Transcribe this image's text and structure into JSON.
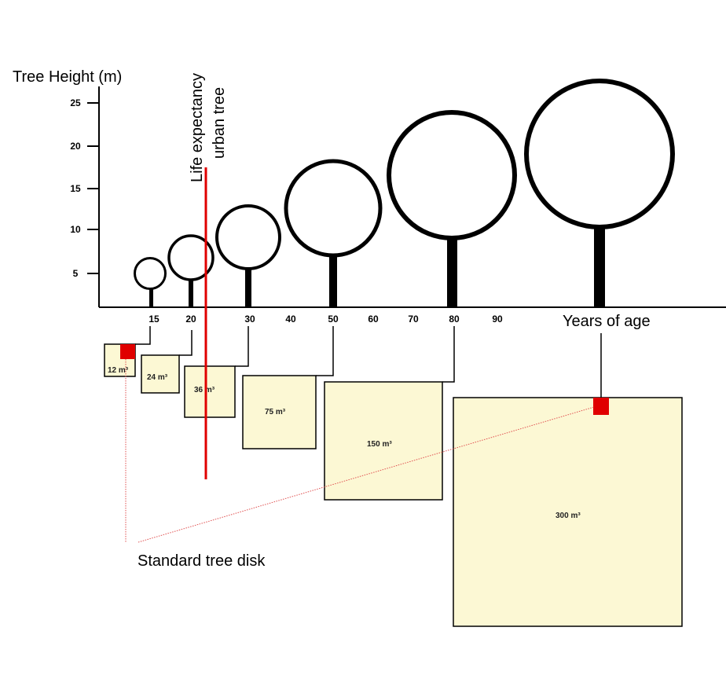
{
  "y_axis_title": "Tree Height (m)",
  "x_axis_title": "Years of age",
  "life_expectancy_line1": "Life expectancy",
  "life_expectancy_line2": "urban tree",
  "standard_disk_label": "Standard tree disk",
  "y_ticks": [
    "5",
    "10",
    "15",
    "20",
    "25"
  ],
  "x_ticks": [
    "15",
    "20",
    "30",
    "40",
    "50",
    "60",
    "70",
    "80",
    "90"
  ],
  "volumes": [
    "12 m³",
    "24 m³",
    "36 m³",
    "75 m³",
    "150 m³",
    "300 m³"
  ],
  "colors": {
    "box_fill": "#fcf8d4",
    "accent_red": "#e00000",
    "ink": "#000000"
  }
}
